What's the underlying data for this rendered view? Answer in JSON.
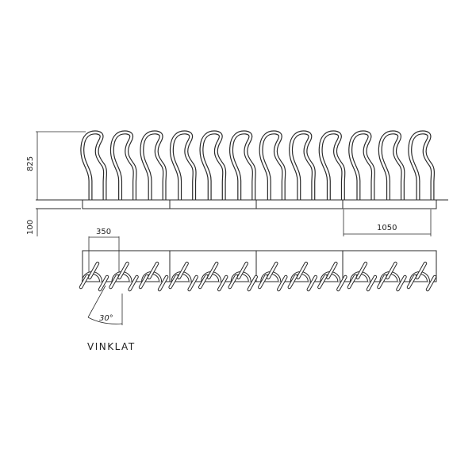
{
  "drawing": {
    "hoop_count": 12,
    "dimensions": {
      "height": "825",
      "plinth_height": "100",
      "spacing": "350",
      "module_length": "1050",
      "angle": "30°"
    },
    "caption": "VINKLAT",
    "colors": {
      "line": "#2a2a2a",
      "background": "#ffffff"
    }
  }
}
